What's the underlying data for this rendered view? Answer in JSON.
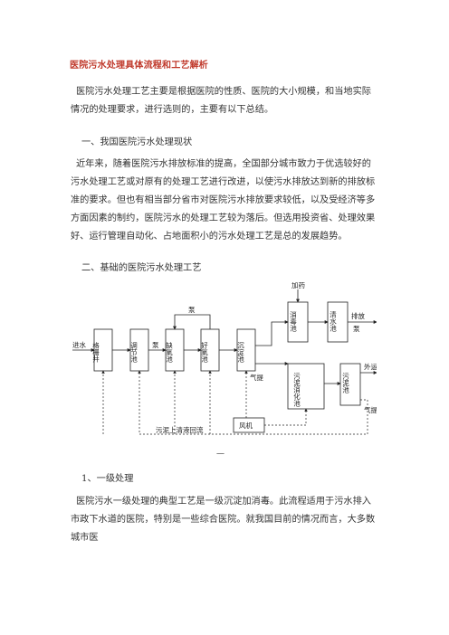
{
  "document": {
    "title": "医院污水处理具体流程和工艺解析",
    "intro": "医院污水处理工艺主要是根据医院的性质、医院的大小规模，和当地实际情况的处理要求，进行选则的，主要有以下总结。",
    "section1_heading": "一、我国医院污水处理现状",
    "section1_body": "近年来，随着医院污水排放标准的提高，全国部分城市致力于优选较好的污水处理工艺或对原有的处理工艺进行改进，以使污水排放达到新的排放标准的要求。但也有相当部分省市对医院污水排放要求较低，以及受经济等多方面因素的制约，医院污水的处理工艺较为落后。但选用投资省、处理效果好、运行管理自动化、占地面积小的污水处理工艺是总的发展趋势。",
    "section2_heading": "二、基础的医院污水处理工艺",
    "subsection1_heading": "1、一级处理",
    "subsection1_body": "医院污水一级处理的典型工艺是一级沉淀加消毒。此流程适用于污水排入市政下水道的医院，特别是一些综合医院。就我国目前的情况而言，大多数城市医"
  },
  "diagram": {
    "inlet": "进水",
    "boxes": {
      "screen": "格栅井",
      "adjust": "调节池",
      "anoxic": "缺氧池",
      "aerobic": "好氧池",
      "settle": "沉淀池",
      "disinfect": "消毒池",
      "clear": "清水池",
      "digest": "污泥消化池",
      "sludge": "污泥池",
      "blower": "风机"
    },
    "labels": {
      "dosing": "加药",
      "discharge": "排放",
      "pump1": "泵",
      "pump2": "泵",
      "pump3": "泵",
      "air1": "气提",
      "air2": "气提",
      "outside": "外运",
      "return": "污泥上清液回流"
    }
  },
  "page_number": "—"
}
